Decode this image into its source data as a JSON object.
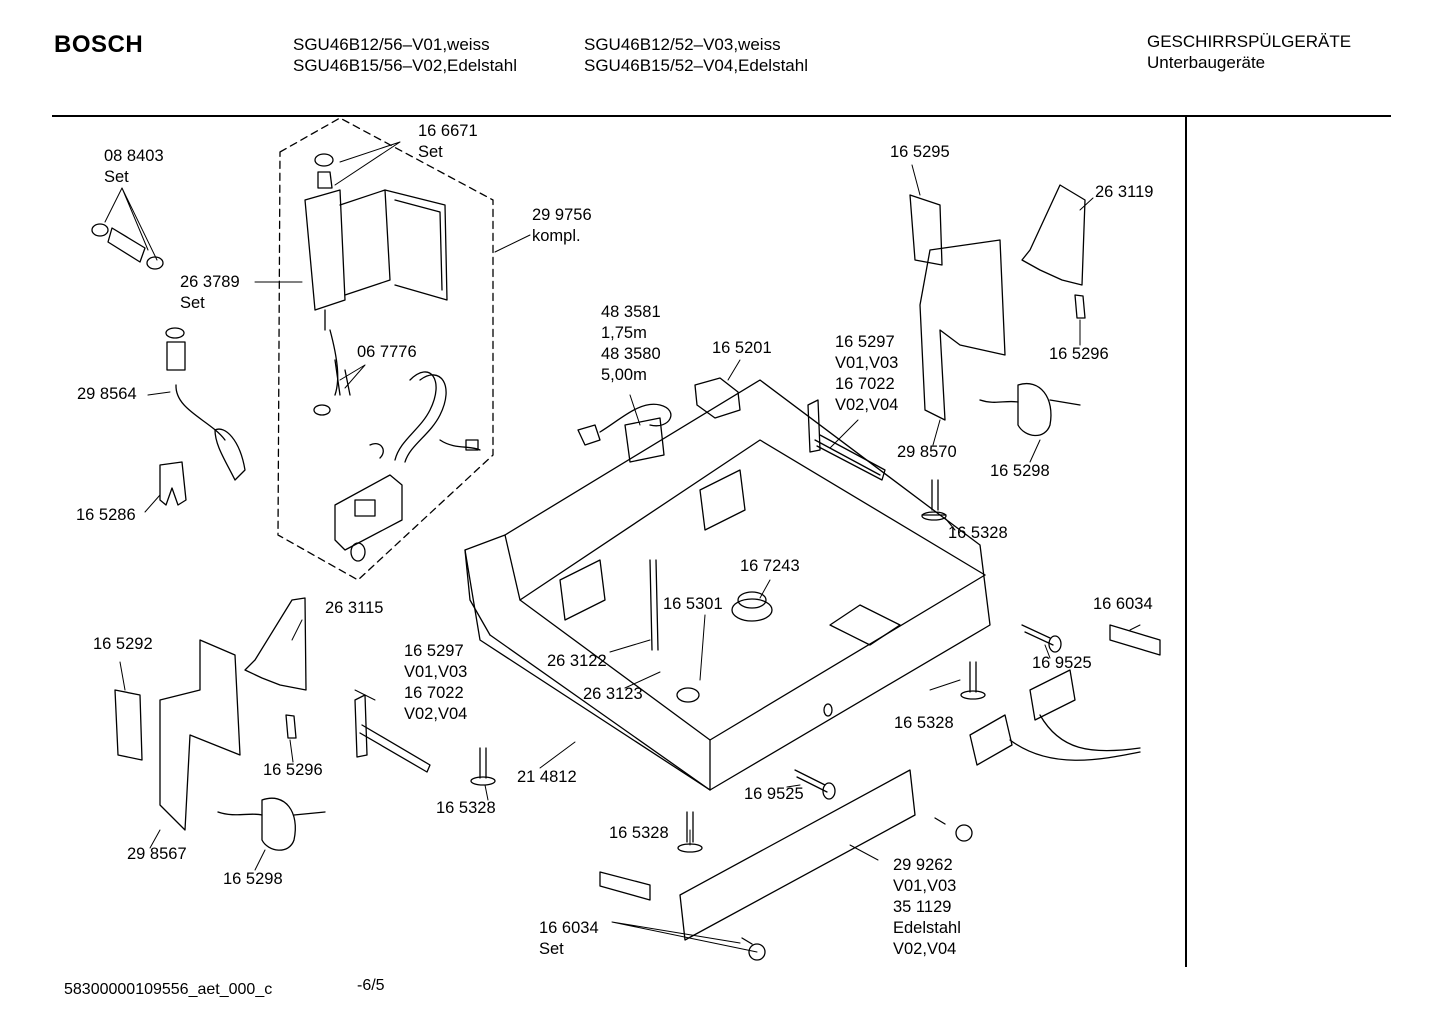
{
  "header": {
    "brand": "BOSCH",
    "models_col1": [
      "SGU46B12/56–V01,weiss",
      "SGU46B15/56–V02,Edelstahl"
    ],
    "models_col2": [
      "SGU46B12/52–V03,weiss",
      "SGU46B15/52–V04,Edelstahl"
    ],
    "category": [
      "GESCHIRRSPÜLGERÄTE",
      "Unterbaugeräte"
    ]
  },
  "parts": [
    {
      "id": "p1",
      "lines": [
        "08 8403",
        "Set"
      ]
    },
    {
      "id": "p2",
      "lines": [
        "16 6671",
        "Set"
      ]
    },
    {
      "id": "p3",
      "lines": [
        "29 9756",
        "kompl."
      ]
    },
    {
      "id": "p4",
      "lines": [
        "26 3789",
        "Set"
      ]
    },
    {
      "id": "p5",
      "lines": [
        "06 7776"
      ]
    },
    {
      "id": "p6",
      "lines": [
        "29 8564"
      ]
    },
    {
      "id": "p7",
      "lines": [
        "16 5286"
      ]
    },
    {
      "id": "p8",
      "lines": [
        "48 3581",
        "1,75m",
        "48 3580",
        "5,00m"
      ]
    },
    {
      "id": "p9",
      "lines": [
        "16 5201"
      ]
    },
    {
      "id": "p10",
      "lines": [
        "16 5295"
      ]
    },
    {
      "id": "p11",
      "lines": [
        "26 3119"
      ]
    },
    {
      "id": "p12",
      "lines": [
        "16 5296"
      ]
    },
    {
      "id": "p13",
      "lines": [
        "16 5297",
        "V01,V03",
        "16 7022",
        "V02,V04"
      ]
    },
    {
      "id": "p14",
      "lines": [
        "29 8570"
      ]
    },
    {
      "id": "p15",
      "lines": [
        "16 5298"
      ]
    },
    {
      "id": "p16",
      "lines": [
        "16 5328"
      ]
    },
    {
      "id": "p17",
      "lines": [
        "16 7243"
      ]
    },
    {
      "id": "p18",
      "lines": [
        "16 5301"
      ]
    },
    {
      "id": "p19",
      "lines": [
        "26 3115"
      ]
    },
    {
      "id": "p20",
      "lines": [
        "16 5292"
      ]
    },
    {
      "id": "p21",
      "lines": [
        "16 5297",
        "V01,V03",
        "16 7022",
        "V02,V04"
      ]
    },
    {
      "id": "p22",
      "lines": [
        "26 3122"
      ]
    },
    {
      "id": "p23",
      "lines": [
        "26 3123"
      ]
    },
    {
      "id": "p24",
      "lines": [
        "16 6034"
      ]
    },
    {
      "id": "p25",
      "lines": [
        "16 9525"
      ]
    },
    {
      "id": "p26",
      "lines": [
        "16 5328"
      ]
    },
    {
      "id": "p27",
      "lines": [
        "16 5296"
      ]
    },
    {
      "id": "p28",
      "lines": [
        "21 4812"
      ]
    },
    {
      "id": "p29",
      "lines": [
        "16 5328"
      ]
    },
    {
      "id": "p30",
      "lines": [
        "16 9525"
      ]
    },
    {
      "id": "p31",
      "lines": [
        "29 8567"
      ]
    },
    {
      "id": "p32",
      "lines": [
        "16 5298"
      ]
    },
    {
      "id": "p33",
      "lines": [
        "16 5328"
      ]
    },
    {
      "id": "p34",
      "lines": [
        "29 9262",
        "V01,V03",
        "35 1129",
        "Edelstahl",
        "V02,V04"
      ]
    },
    {
      "id": "p35",
      "lines": [
        "16 6034",
        "Set"
      ]
    }
  ],
  "footer": {
    "doc_id": "58300000109556_aet_000_c",
    "page": "-6/5"
  }
}
